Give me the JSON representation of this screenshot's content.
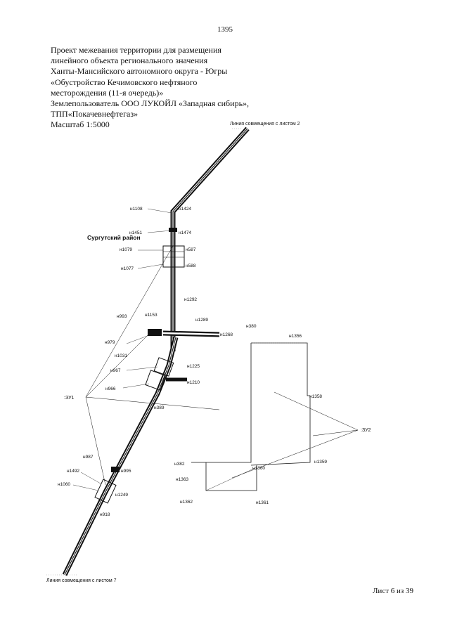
{
  "page": {
    "number": "1395",
    "sheet": "Лист 6 из 39"
  },
  "header": {
    "lines": [
      "Проект межевания территории для размещения",
      "линейного объекта регионального значения",
      "Ханты-Мансийского автономного округа - Югры",
      "«Обустройство Кечимовского нефтяного",
      "месторождения (11-я очередь)»",
      "Землепользователь ООО ЛУКОЙЛ «Западная сибирь»,",
      "ТПП«Покачевнефтегаз»",
      "Масштаб 1:5000"
    ]
  },
  "map": {
    "match_top": "Линия совмещения с листом 2",
    "match_bottom": "Линия совмещения с листом 7",
    "district": "Сургутский район",
    "parcels": [
      ":ЗУ1",
      ":ЗУ2"
    ],
    "points": [
      "н1108",
      "н1424",
      "н1451",
      "н1474",
      "н1079",
      "н587",
      "н1077",
      "н588",
      "н1292",
      "н993",
      "н1153",
      "н1289",
      "н979",
      "н1268",
      "н380",
      "н1356",
      "н1031",
      "н967",
      "н1225",
      "н1210",
      "н966",
      "н389",
      "н1358",
      "н987",
      "н995",
      "н382",
      "н1360",
      "н1359",
      "н1492",
      "н1363",
      "н1060",
      "н1249",
      "н1362",
      "н1361",
      "н918"
    ]
  }
}
